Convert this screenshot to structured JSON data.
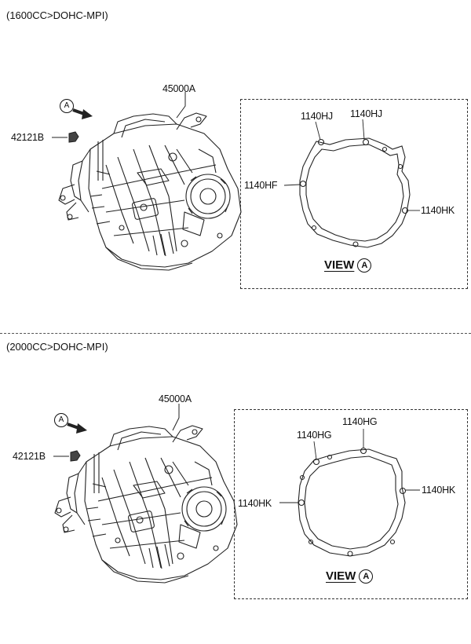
{
  "sections": [
    {
      "title": "(1600CC>DOHC-MPI)",
      "assembly_part": "45000A",
      "bolt_part": "42121B",
      "view_marker": "A",
      "view_text": "VIEW",
      "callouts": [
        "1140HJ",
        "1140HJ",
        "1140HF",
        "1140HK"
      ]
    },
    {
      "title": "(2000CC>DOHC-MPI)",
      "assembly_part": "45000A",
      "bolt_part": "42121B",
      "view_marker": "A",
      "view_text": "VIEW",
      "callouts": [
        "1140HG",
        "1140HG",
        "1140HK",
        "1140HK"
      ]
    }
  ]
}
